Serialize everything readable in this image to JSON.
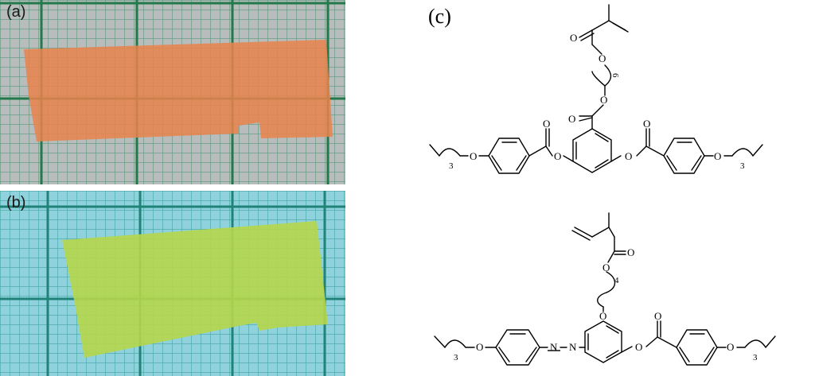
{
  "figure": {
    "panel_a": {
      "label": "(a)",
      "grid_color": "#2e8a5a",
      "paper_color": "#b9bcbc",
      "film_color": "#e9824c"
    },
    "panel_b": {
      "label": "(b)",
      "grid_color": "#2b8f86",
      "paper_color": "#8fd2dd",
      "film_color": "#b6d64a"
    },
    "panel_c": {
      "label": "(c)",
      "top_molecule": {
        "spacer_subscript": "6",
        "left_chain_subscript": "3",
        "right_chain_subscript": "3"
      },
      "bottom_molecule": {
        "spacer_subscript": "4",
        "left_chain_subscript": "3",
        "right_chain_subscript": "3"
      },
      "atom_O": "O",
      "atom_N": "N"
    }
  }
}
